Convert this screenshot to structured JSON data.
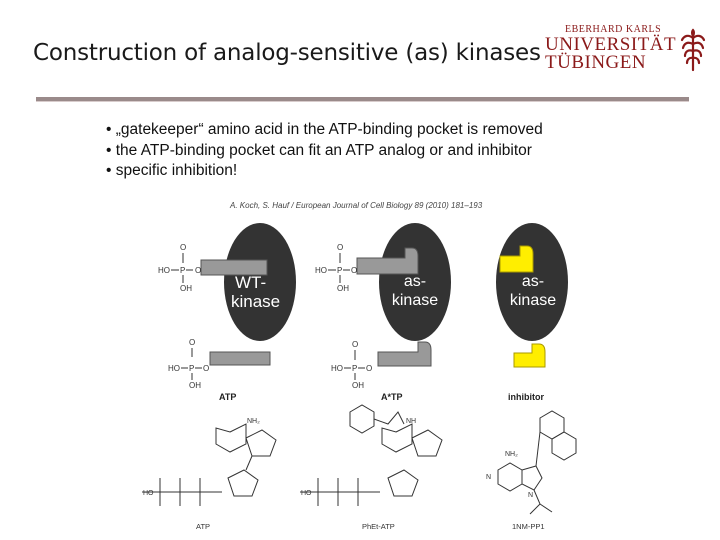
{
  "slide": {
    "title": "Construction of analog-sensitive (as) kinases",
    "logo": {
      "line_small": "EBERHARD KARLS",
      "line_1": "UNIVERSITÄT",
      "line_2": "TÜBINGEN",
      "icon": "palm-tree-seal-icon"
    },
    "bullets": [
      "• „gatekeeper“ amino acid in the ATP-binding pocket is removed",
      "• the ATP-binding pocket can fit an ATP analog or and inhibitor",
      "• specific inhibition!"
    ]
  },
  "figure": {
    "citation": "A. Koch, S. Hauf / European Journal of Cell Biology 89 (2010) 181–193",
    "kinase_labels": {
      "wt_line1": "WT-",
      "wt_line2": "kinase",
      "as1_line1": "as-",
      "as1_line2": "kinase",
      "as2_line1": "as-",
      "as2_line2": "kinase"
    },
    "captions": {
      "atp": "ATP",
      "atp_analog": "A*TP",
      "inhibitor": "inhibitor"
    },
    "structure_captions": {
      "atp": "ATP",
      "phet_atp": "PhEt-ATP",
      "inhibitor_1nm": "1NM-PP1"
    },
    "colors": {
      "kinase": "#333333",
      "atp_bar": "#999999",
      "inhibitor": "#ffee00",
      "logo": "#8b1a1a"
    }
  }
}
